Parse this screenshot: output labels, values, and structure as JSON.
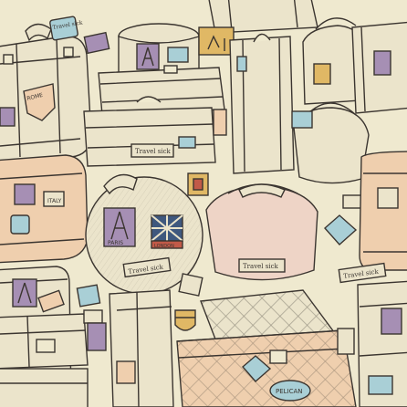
{
  "palette": {
    "background": "#efe9cf",
    "ink": "#3b3530",
    "cream": "#ebe4cb",
    "peach": "#efcfae",
    "pink": "#eed4c6",
    "blue_sticker": "#a9cfd6",
    "purple_sticker": "#a68fb4",
    "red_sticker": "#c15a48",
    "navy_sticker": "#3f587e",
    "mustard_sticker": "#e0b865"
  },
  "stickers": {
    "travel_sick": "Travel sick",
    "paris": "PARIS",
    "london": "LONDON",
    "rome": "ROME",
    "italy": "ITALY",
    "pelican": "PELICAN"
  },
  "icons": [
    "eiffel-tower-icon",
    "palm-tree-icon",
    "union-jack-icon",
    "luggage-strap-icon"
  ]
}
